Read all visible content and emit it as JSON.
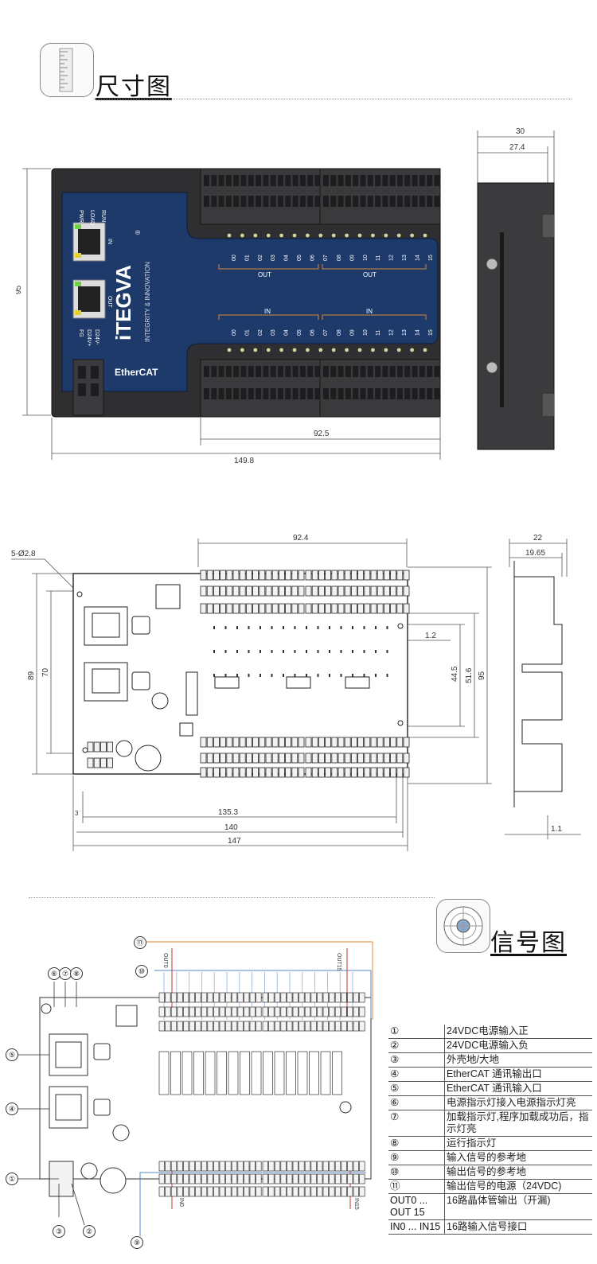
{
  "section1": {
    "title": "尺寸图"
  },
  "section2": {
    "title": "信号图"
  },
  "device": {
    "brand": "iTEGVA",
    "brand_mark": "®",
    "slogan": "INTEGRITY & INNOVATION",
    "bus": "EtherCAT",
    "led_labels": [
      "PWR",
      "LOAD",
      "RUN"
    ],
    "port_in": "IN",
    "port_out": "OUT",
    "power_labels": [
      "FG",
      "D24V+",
      "D24V-"
    ],
    "out_group": "OUT",
    "in_group": "IN",
    "out_channels_a": [
      "00",
      "01",
      "02",
      "03",
      "04",
      "05",
      "06",
      "07"
    ],
    "out_channels_b": [
      "08",
      "09",
      "10",
      "11",
      "12",
      "13",
      "14",
      "15"
    ],
    "in_channels_a": [
      "00",
      "01",
      "02",
      "03",
      "04",
      "05",
      "06",
      "07"
    ],
    "in_channels_b": [
      "08",
      "09",
      "10",
      "11",
      "12",
      "13",
      "14",
      "15"
    ]
  },
  "dims_top": {
    "height": "95",
    "width_total": "149.8",
    "width_terminal": "92.5",
    "side_width": "30",
    "side_inner": "27.4"
  },
  "dims_pcb": {
    "hole": "5-Ø2.8",
    "width_top": "92.4",
    "h89": "89",
    "h70": "70",
    "w135": "135.3",
    "w140": "140",
    "w147": "147",
    "d12": "1.2",
    "d445": "44.5",
    "d516": "51.6",
    "h95": "95",
    "side22": "22",
    "side1965": "19.65",
    "side11": "1.1",
    "d3": "3"
  },
  "signal": {
    "callouts": [
      "⑪",
      "⑩",
      "⑥",
      "⑦",
      "⑧",
      "⑤",
      "④",
      "①",
      "②",
      "③",
      "⑨"
    ],
    "out_first": "OUT0",
    "out_last": "OUT15",
    "in_first": "IN0",
    "in_last": "IN15"
  },
  "legend": [
    {
      "key": "①",
      "value": "24VDC电源输入正"
    },
    {
      "key": "②",
      "value": "24VDC电源输入负"
    },
    {
      "key": "③",
      "value": "外壳地/大地"
    },
    {
      "key": "④",
      "value": "EtherCAT 通讯输出口"
    },
    {
      "key": "⑤",
      "value": "EtherCAT 通讯输入口"
    },
    {
      "key": "⑥",
      "value": "电源指示灯接入电源指示灯亮"
    },
    {
      "key": "⑦",
      "value": "加载指示灯,程序加载成功后，指示灯亮"
    },
    {
      "key": "⑧",
      "value": "运行指示灯"
    },
    {
      "key": "⑨",
      "value": "输入信号的参考地"
    },
    {
      "key": "⑩",
      "value": "输出信号的参考地"
    },
    {
      "key": "⑪",
      "value": "输出信号的电源（24VDC)"
    },
    {
      "key": "OUT0 ... OUT 15",
      "value": "16路晶体管输出（开漏)"
    },
    {
      "key": "IN0 ... IN15",
      "value": "16路输入信号接口"
    }
  ]
}
